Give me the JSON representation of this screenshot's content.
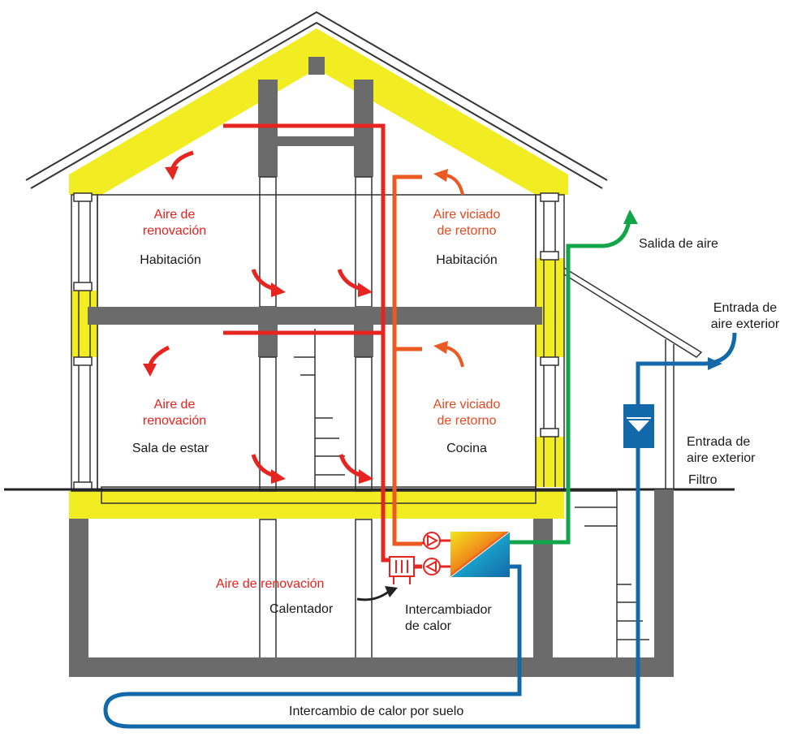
{
  "colors": {
    "fresh_air": "#e62420",
    "stale_air": "#ec5a24",
    "exhaust": "#13a54a",
    "outdoor_air": "#1268a8",
    "insulation": "#f2ec22",
    "structure": "#6b6b6b"
  },
  "labels": {
    "fresh_air_upper_l1": "Aire de",
    "fresh_air_upper_l2": "renovación",
    "room_upper_left": "Habitación",
    "stale_upper_l1": "Aire viciado",
    "stale_upper_l2": "de retorno",
    "room_upper_right": "Habitación",
    "exhaust": "Salida de aire",
    "outdoor_inlet_1_l1": "Entrada de",
    "outdoor_inlet_1_l2": "aire exterior",
    "fresh_air_lower_l1": "Aire de",
    "fresh_air_lower_l2": "renovación",
    "room_lower_left": "Sala de estar",
    "stale_lower_l1": "Aire viciado",
    "stale_lower_l2": "de retorno",
    "room_lower_right": "Cocina",
    "outdoor_inlet_2_l1": "Entrada de",
    "outdoor_inlet_2_l2": "aire exterior",
    "filter": "Filtro",
    "fresh_air_basement": "Aire de renovación",
    "heater": "Calentador",
    "exchanger_l1": "Intercambiador",
    "exchanger_l2": "de calor",
    "ground_exchange": "Intercambio de calor por suelo"
  }
}
